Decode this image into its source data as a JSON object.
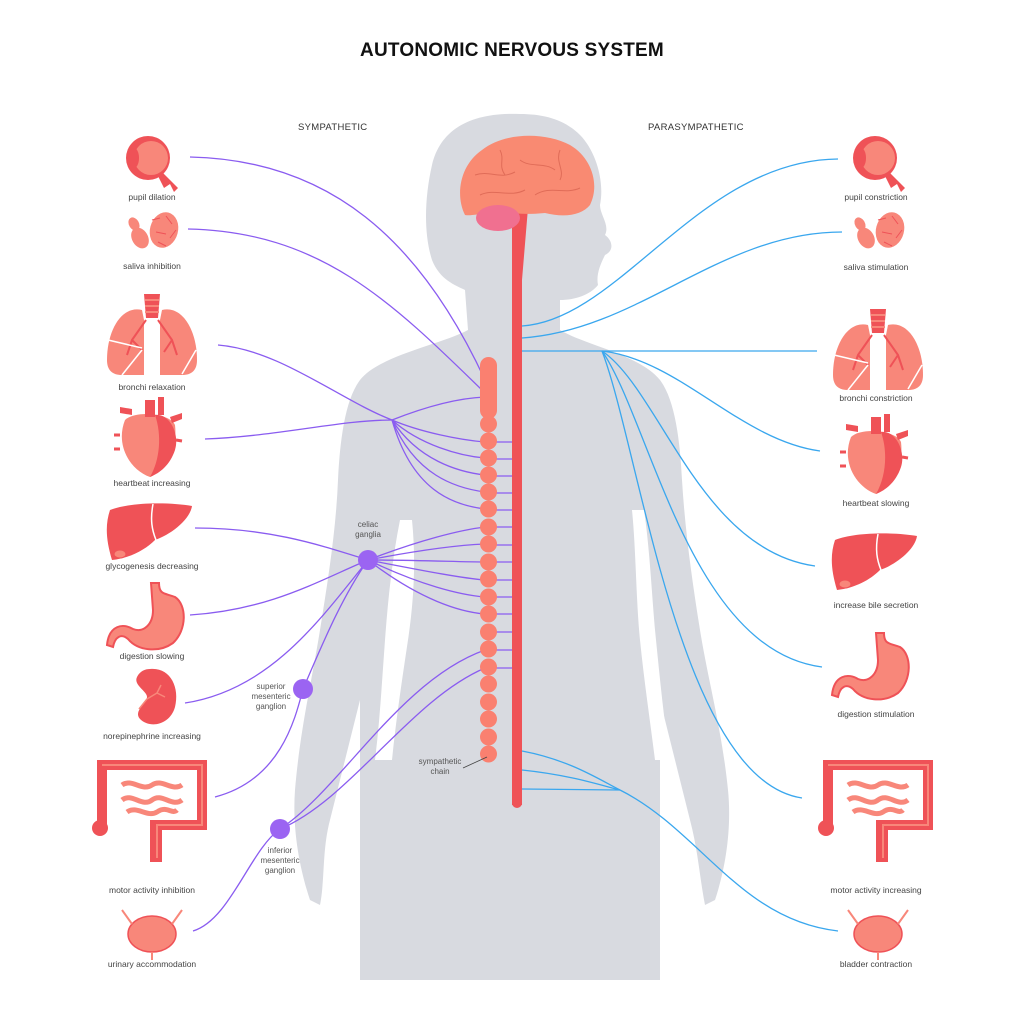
{
  "title": "AUTONOMIC NERVOUS SYSTEM",
  "sections": {
    "sympathetic": "SYMPATHETIC",
    "parasympathetic": "PARASYMPATHETIC"
  },
  "colors": {
    "body_silhouette": "#d8dae0",
    "brain": "#f98a72",
    "cerebellum": "#f07090",
    "spinal_cord": "#ef5257",
    "sympathetic_chain": "#fa8070",
    "sympathetic_nerve": "#8a5cf0",
    "ganglion": "#9b64f2",
    "parasympathetic_nerve": "#3aa7ee",
    "organ_dark": "#ef5257",
    "organ_light": "#f8877a"
  },
  "sympathetic_effects": [
    {
      "organ": "eye",
      "label": "pupil dilation"
    },
    {
      "organ": "salivary-glands",
      "label": "saliva inhibition"
    },
    {
      "organ": "lungs",
      "label": "bronchi relaxation"
    },
    {
      "organ": "heart",
      "label": "heartbeat increasing"
    },
    {
      "organ": "liver",
      "label": "glycogenesis decreasing"
    },
    {
      "organ": "stomach",
      "label": "digestion slowing"
    },
    {
      "organ": "kidney",
      "label": "norepinephrine increasing"
    },
    {
      "organ": "intestines",
      "label": "motor activity inhibition"
    },
    {
      "organ": "bladder",
      "label": "urinary accommodation"
    }
  ],
  "parasympathetic_effects": [
    {
      "organ": "eye",
      "label": "pupil constriction"
    },
    {
      "organ": "salivary-glands",
      "label": "saliva stimulation"
    },
    {
      "organ": "lungs",
      "label": "bronchi constriction"
    },
    {
      "organ": "heart",
      "label": "heartbeat slowing"
    },
    {
      "organ": "liver",
      "label": "increase bile secretion"
    },
    {
      "organ": "stomach",
      "label": "digestion stimulation"
    },
    {
      "organ": "intestines",
      "label": "motor activity increasing"
    },
    {
      "organ": "bladder",
      "label": "bladder contraction"
    }
  ],
  "ganglia": {
    "celiac": "celiac ganglia",
    "celiac_l1": "celiac",
    "celiac_l2": "ganglia",
    "superior_l1": "superior",
    "superior_l2": "mesenteric",
    "superior_l3": "ganglion",
    "inferior_l1": "inferior",
    "inferior_l2": "mesenteric",
    "inferior_l3": "ganglion",
    "chain_l1": "sympathetic",
    "chain_l2": "chain"
  }
}
